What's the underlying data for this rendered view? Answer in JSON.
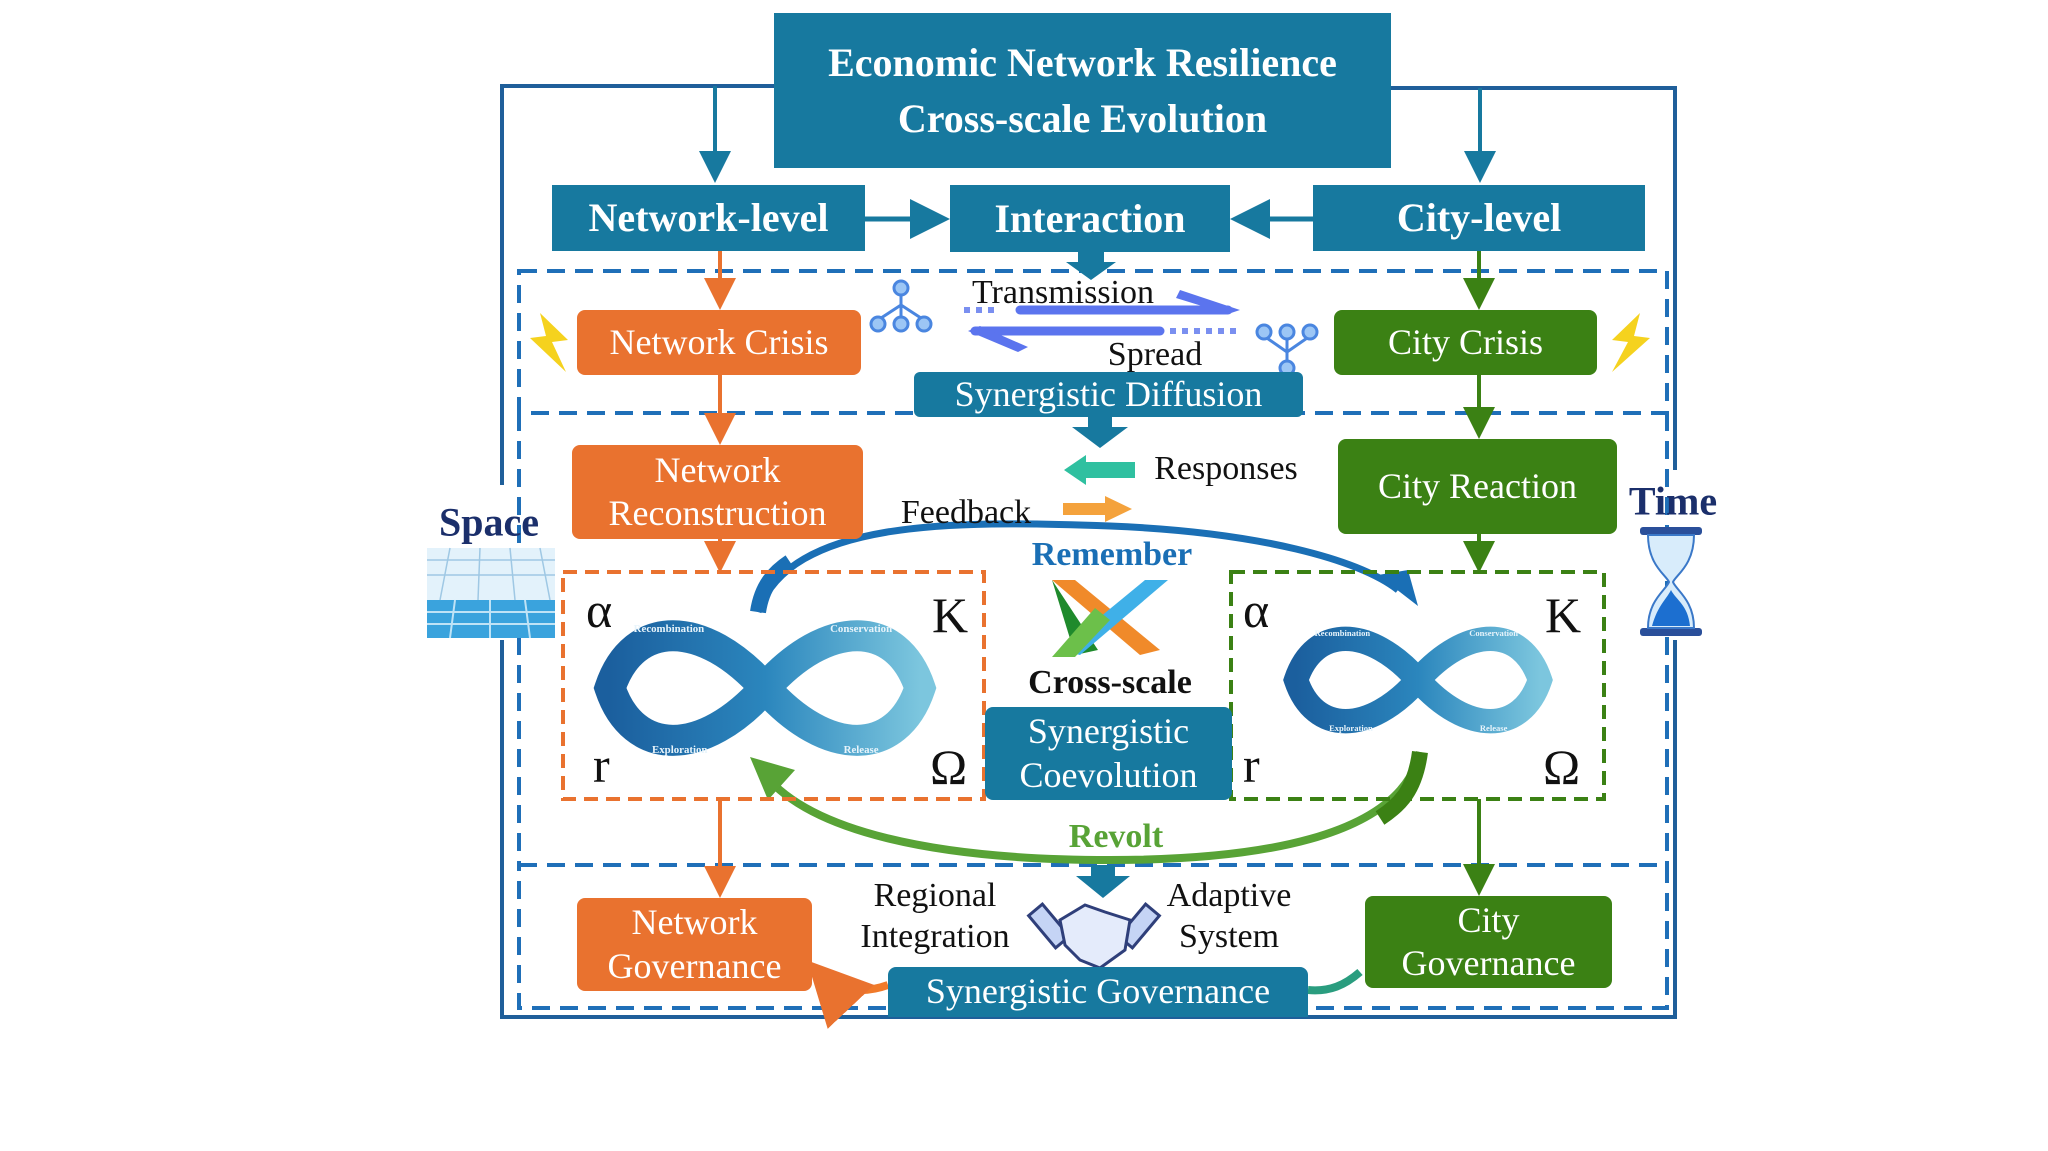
{
  "title": {
    "line1": "Economic Network Resilience",
    "line2": "Cross-scale Evolution"
  },
  "levels": {
    "network": "Network-level",
    "interaction": "Interaction",
    "city": "City-level"
  },
  "diffusion": {
    "network_crisis": "Network Crisis",
    "city_crisis": "City Crisis",
    "transmission": "Transmission",
    "spread": "Spread",
    "label": "Synergistic Diffusion"
  },
  "response": {
    "network_reconstruction_1": "Network",
    "network_reconstruction_2": "Reconstruction",
    "city_reaction": "City Reaction",
    "responses": "Responses",
    "feedback": "Feedback"
  },
  "coevolution": {
    "remember": "Remember",
    "cross_scale": "Cross-scale",
    "label_1": "Synergistic",
    "label_2": "Coevolution",
    "revolt": "Revolt",
    "greek": {
      "alpha": "α",
      "k": "K",
      "r": "r",
      "omega": "Ω"
    },
    "phases": {
      "recombination": "Recombination",
      "conservation": "Conservation",
      "exploration": "Exploration",
      "release": "Release"
    }
  },
  "governance": {
    "network_1": "Network",
    "network_2": "Governance",
    "city_1": "City",
    "city_2": "Governance",
    "regional_1": "Regional",
    "regional_2": "Integration",
    "adaptive_1": "Adaptive",
    "adaptive_2": "System",
    "label": "Synergistic Governance"
  },
  "axes": {
    "space": "Space",
    "time": "Time"
  },
  "colors": {
    "primary_blue": "#17799f",
    "network_orange": "#e9722f",
    "city_green": "#3b8114",
    "dashed_blue": "#1f6fb8",
    "remember_blue": "#1a6fb5",
    "revolt_green": "#58a336"
  },
  "icons": [
    "lightning-icon",
    "network-node-icon",
    "cross-arrows-icon",
    "handshake-icon",
    "hourglass-icon",
    "space-grid-image",
    "adaptive-cycle-infinity-icon"
  ]
}
